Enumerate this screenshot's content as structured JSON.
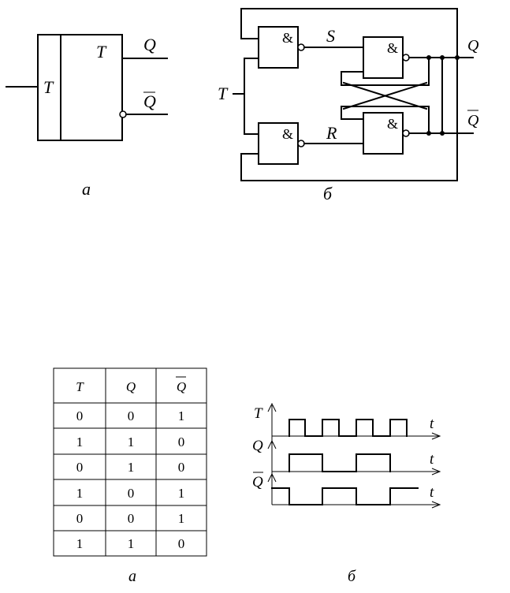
{
  "figure_a": {
    "input_label": "T",
    "block_label": "T",
    "output_q": "Q",
    "output_qbar": "Q",
    "caption": "а"
  },
  "figure_b": {
    "gate_symbol": "&",
    "input_label": "T",
    "s_label": "S",
    "r_label": "R",
    "output_q": "Q",
    "output_qbar": "Q",
    "caption": "б"
  },
  "truth_table": {
    "headers": [
      "T",
      "Q",
      "Q"
    ],
    "rows": [
      [
        "0",
        "0",
        "1"
      ],
      [
        "1",
        "1",
        "0"
      ],
      [
        "0",
        "1",
        "0"
      ],
      [
        "1",
        "0",
        "1"
      ],
      [
        "0",
        "0",
        "1"
      ],
      [
        "1",
        "1",
        "0"
      ]
    ],
    "caption": "а"
  },
  "timing": {
    "signal_t": "T",
    "signal_q": "Q",
    "signal_qbar": "Q",
    "time_label": "t",
    "caption": "б"
  }
}
